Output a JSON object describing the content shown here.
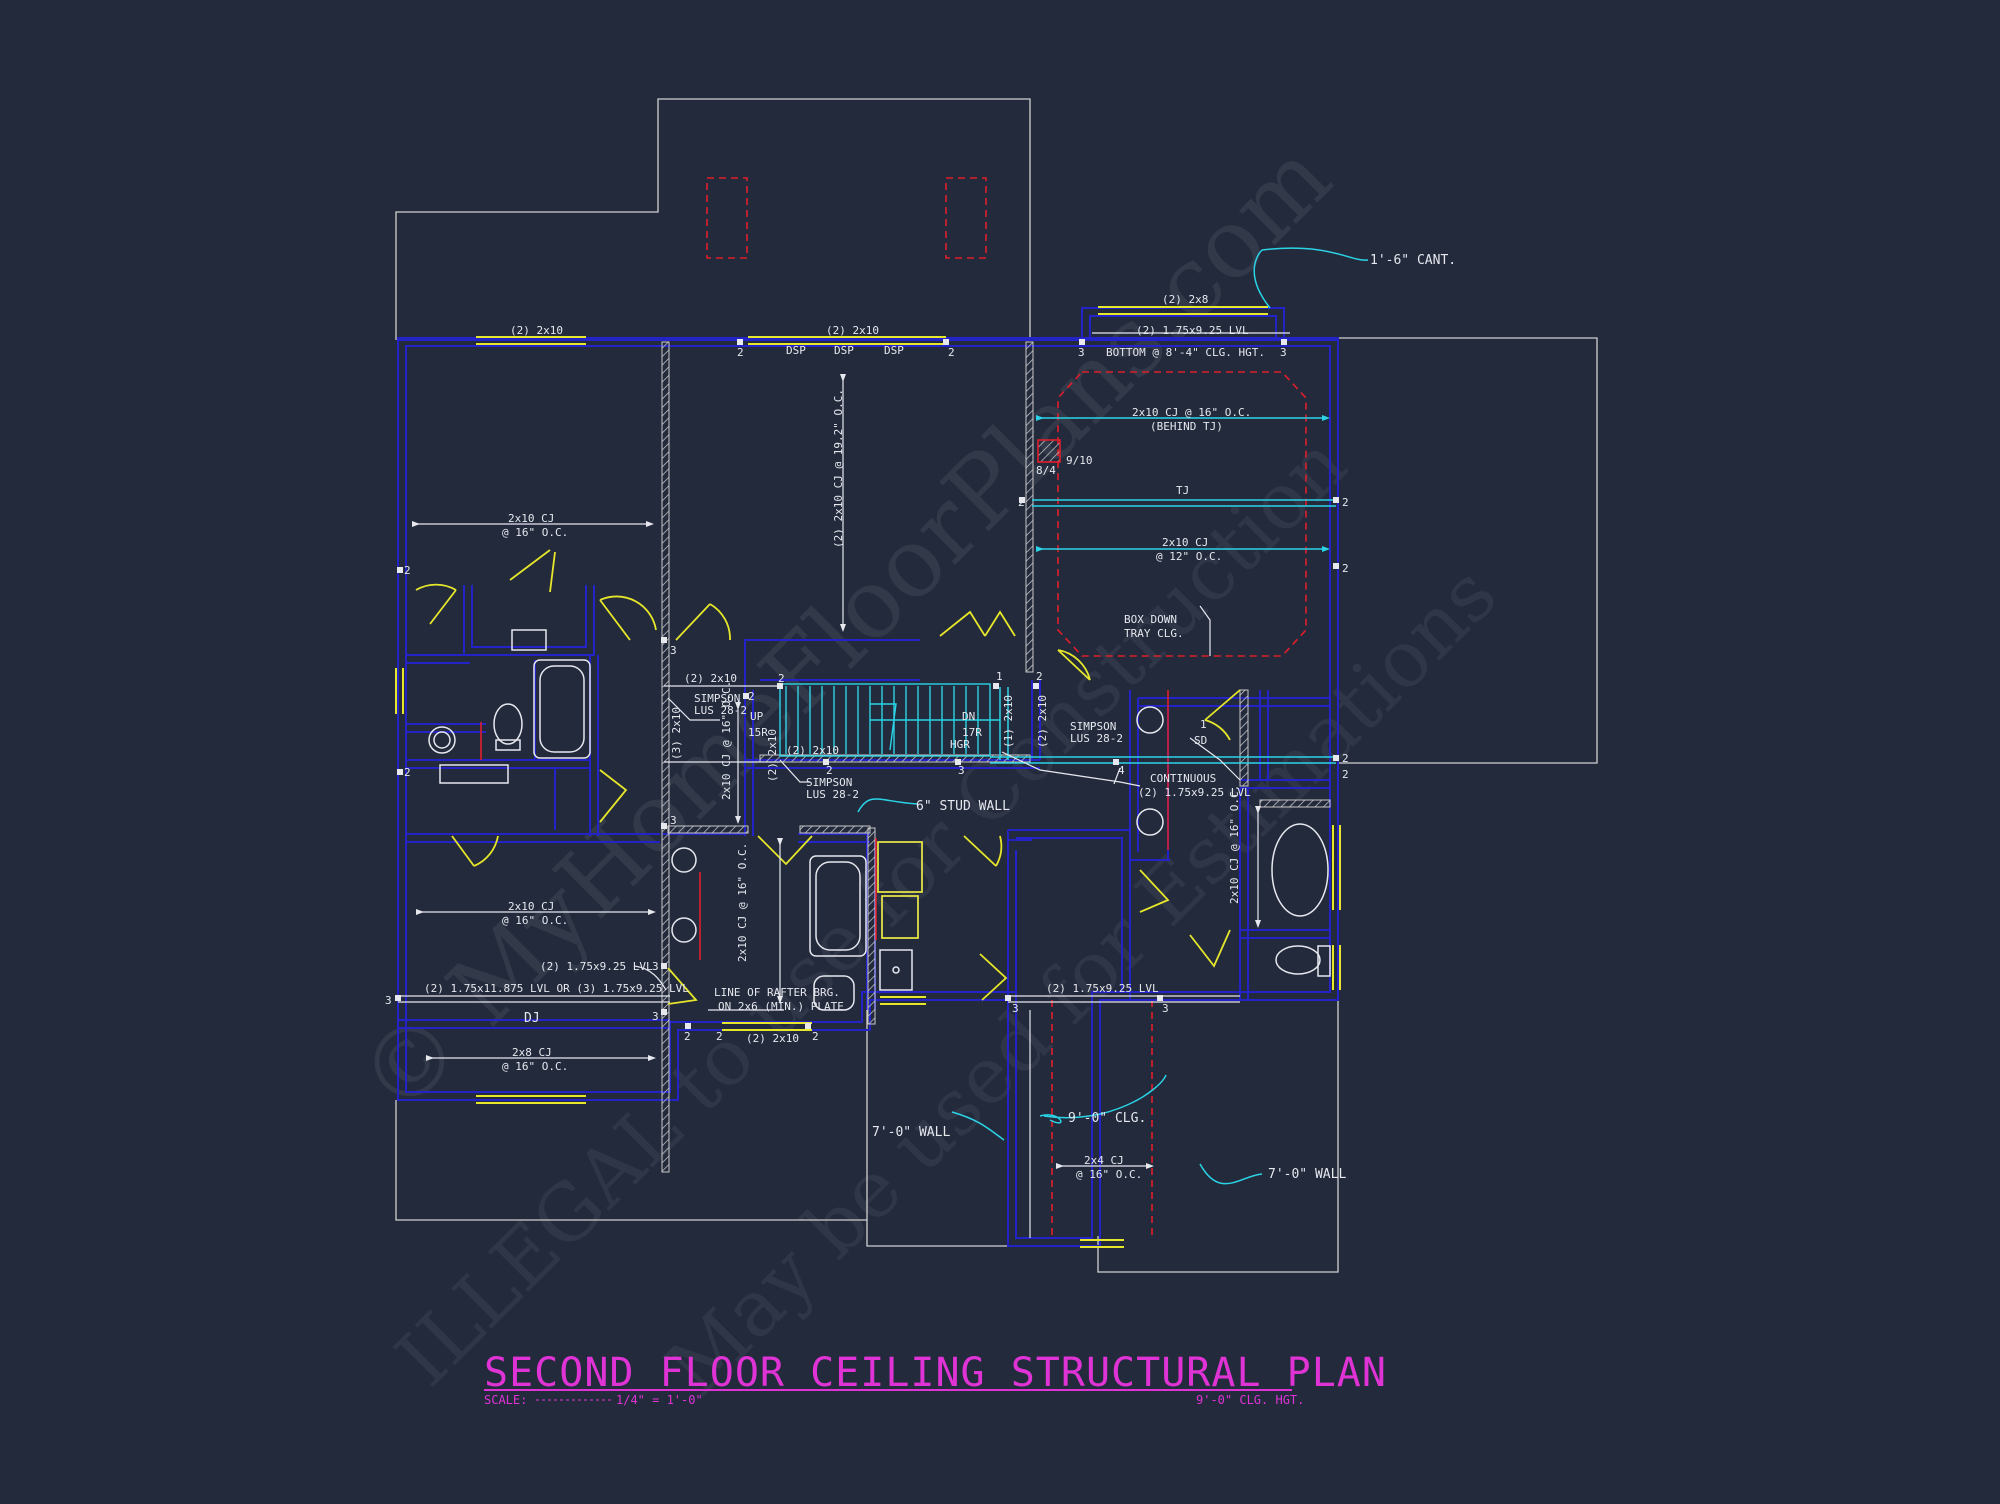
{
  "title": "SECOND FLOOR CEILING STRUCTURAL PLAN",
  "scale_label": "SCALE:",
  "scale_value": "1/4\" = 1'-0\"",
  "ceiling_height_note": "9'-0\" CLG. HGT.",
  "watermark_primary": "© MyHomeFloorPlans.com",
  "watermark_secondary": "ILLEGAL to use for Construction",
  "watermark_tertiary": "May be used for Estimations",
  "labels": {
    "cantilever": "1'-6\" CANT.",
    "top_header_left": "(2) 2x10",
    "top_header_mid": "(2) 2x10",
    "dsp_1": "DSP",
    "dsp_2": "DSP",
    "dsp_3": "DSP",
    "header_2x8": "(2) 2x8",
    "lvl_top_right": "(2) 1.75x9.25 LVL",
    "bottom_clg_hgt": "BOTTOM @ 8'-4\" CLG. HGT.",
    "cj_16_behind_tj": "2x10 CJ @ 16\" O.C.",
    "behind_tj": "(BEHIND TJ)",
    "pitch_a": "9/10",
    "pitch_b": "8/4",
    "tj": "TJ",
    "cj_12_line1": "2x10 CJ",
    "cj_12_line2": "@ 12\" O.C.",
    "box_down_1": "BOX DOWN",
    "box_down_2": "TRAY CLG.",
    "center_cj": "(2) 2x10 CJ @ 19.2\" O.C.",
    "left_cj_1": "2x10 CJ",
    "left_cj_2": "@ 16\" O.C.",
    "simpson_1a": "SIMPSON",
    "simpson_1b": "LUS 28-2",
    "header_2x10_stair": "(2) 2x10",
    "up": "UP",
    "up_r": "15R",
    "dn": "DN",
    "dn_r": "17R",
    "hgr": "HGR",
    "single_2x10": "(1) 2x10",
    "double_2x10_v": "(2) 2x10",
    "simpson_2a": "SIMPSON",
    "simpson_2b": "LUS 28-2",
    "header_2x10_b": "(2) 2x10",
    "triple_2x10": "(3) 2x10",
    "stair_cj": "2x10 CJ @ 16\" O.C.",
    "double_2x10_v2": "(2) 2x10",
    "simpson_3a": "SIMPSON",
    "simpson_3b": "LUS 28-2",
    "stud_wall": "6\" STUD WALL",
    "continuous": "CONTINUOUS",
    "continuous_lvl": "(2) 1.75x9.25 LVL",
    "sd_1": "1",
    "sd_2": "SD",
    "right_cj": "2x10 CJ @ 16\" O.C.",
    "lower_left_cj_1": "2x10 CJ",
    "lower_left_cj_2": "@ 16\" O.C.",
    "lvl_lower": "(2) 1.75x9.25 LVL",
    "lvl_long": "(2) 1.75x11.875 LVL OR (3) 1.75x9.25 LVL",
    "dj": "DJ",
    "bath_cj": "2x10 CJ @ 16\" O.C.",
    "rafter_1": "LINE OF RAFTER BRG.",
    "rafter_2": "ON 2x6 (MIN.) PLATE",
    "bottom_header": "(2) 2x10",
    "lvl_porch": "(2) 1.75x9.25 LVL",
    "cj_2x8_1": "2x8 CJ",
    "cj_2x8_2": "@ 16\" O.C.",
    "wall_7_left": "7'-0\" WALL",
    "clg_9": "9'-0\" CLG.",
    "cj_2x4_1": "2x4 CJ",
    "cj_2x4_2": "@ 16\" O.C.",
    "wall_7_right": "7'-0\" WALL"
  },
  "beam_marks": {
    "n2": "2",
    "n3": "3",
    "n1": "1",
    "n4": "4"
  },
  "colors": {
    "background": "#232a3c",
    "walls": "#2323c8",
    "joists": "#2ad4e6",
    "windows_doors": "#e6e62a",
    "hatch": "#c8c8c8",
    "red_dashed": "#e01e2a",
    "title": "#e033d6",
    "outline": "#d0d0d0"
  }
}
